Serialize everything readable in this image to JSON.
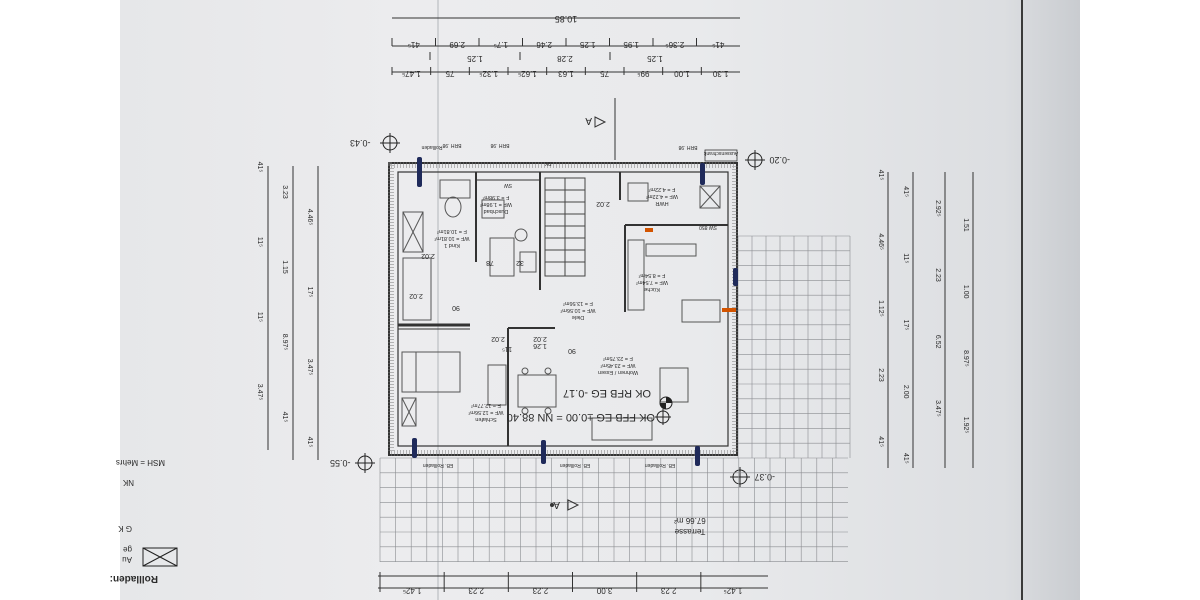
{
  "plan": {
    "overall_width": "10.85",
    "top_row1": [
      "41⁵",
      "2.36⁵",
      "1.95",
      "1.25",
      "2.46",
      "1.7⁵",
      "2.69",
      "41⁵"
    ],
    "top_row2": [
      "1.25",
      "2.28",
      "1.25"
    ],
    "top_row3": [
      "1.30",
      "1.00",
      "99⁵",
      "75",
      "1.63",
      "1.62⁵",
      "1.32⁵",
      "75",
      "1.47⁵"
    ],
    "left_dims": [
      "41⁵",
      "3.23",
      "4.46⁵",
      "11⁵",
      "1.15",
      "17⁵",
      "11⁵",
      "8.97⁵",
      "3.47⁵",
      "3.47⁵",
      "41⁵",
      "41⁵"
    ],
    "right_dims": [
      "41⁵",
      "41⁵",
      "2.92⁵",
      "1.51",
      "4.46⁵",
      "11⁵",
      "2.23",
      "1.00",
      "1.12⁵",
      "17⁵",
      "6.52",
      "8.97⁵",
      "2.23",
      "2.00",
      "3.47⁵",
      "1.92⁵",
      "41⁵",
      "41⁵"
    ],
    "bottom_dims": [
      "1.42⁵",
      "2.23",
      "3.00",
      "2.23",
      "2.23",
      "1.42⁵"
    ],
    "levels": [
      "-0.43",
      "-0.20",
      "-0.55",
      "-0.37"
    ],
    "ok_rfb": "OK RFB EG -0.17",
    "ok_ffb": "OK FFB EG ±0.00 = NN 88.40",
    "section_marker": "A",
    "rooms": [
      {
        "name": "Kind 1",
        "wf": "WF = 10.81m²",
        "f": "F = 10.81m²"
      },
      {
        "name": "Duschbad",
        "wf": "WF = 1.98m²",
        "f": "F = 3.98m²"
      },
      {
        "name": "HWR",
        "wf": "WF = 4.22m²",
        "f": "F = 4.22m²"
      },
      {
        "name": "Diele",
        "wf": "WF = 10.56m²",
        "f": "F = 13.56m²"
      },
      {
        "name": "Küche",
        "wf": "WF = 7.54m²",
        "f": "F = 8.54m²"
      },
      {
        "name": "Wohnen / Essen",
        "wf": "WF = 23.45m²",
        "f": "F = 23.75m²"
      },
      {
        "name": "Schlafen",
        "wf": "WF = 12.56m²",
        "f": "F = 12.77m²"
      }
    ],
    "terrace": {
      "name": "Terrasse",
      "area": "67.66 m²"
    },
    "window_tags": [
      "BRH .98",
      "BRH .98",
      "BRH .98",
      "Rollladen",
      "EB. Rollladen",
      "EB. Rollladen",
      "EB. Rollladen",
      "DK"
    ],
    "interior_dims": [
      "2.02",
      "2.02",
      "78",
      "32",
      "2.02",
      "2.02",
      "1.26",
      "11⁵",
      "90",
      "90",
      "2.02"
    ],
    "sw_labels": [
      "SW",
      "SW 850"
    ],
    "box_label": "Aussenschrank"
  },
  "legend": {
    "title": "Rollladen:",
    "line1": "Au",
    "line2": "ge",
    "g_k": "G K",
    "nk": "NK",
    "msh": "MSH = Mehrs"
  },
  "colors": {
    "line": "#2a2a2a",
    "accent_red": "#c0392b",
    "accent_blue": "#1f2a5a",
    "orange": "#d35400"
  }
}
